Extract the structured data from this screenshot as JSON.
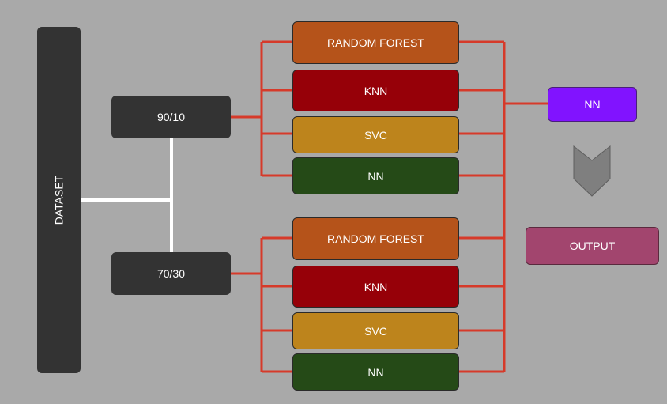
{
  "dataset": {
    "label": "DATASET"
  },
  "splits": [
    {
      "label": "90/10"
    },
    {
      "label": "70/30"
    }
  ],
  "model_groups": [
    {
      "models": [
        {
          "label": "RANDOM FOREST",
          "color": "#b5531a"
        },
        {
          "label": "KNN",
          "color": "#960008"
        },
        {
          "label": "SVC",
          "color": "#bd841c"
        },
        {
          "label": "NN",
          "color": "#254a17"
        }
      ]
    },
    {
      "models": [
        {
          "label": "RANDOM FOREST",
          "color": "#b5531a"
        },
        {
          "label": "KNN",
          "color": "#960008"
        },
        {
          "label": "SVC",
          "color": "#bd841c"
        },
        {
          "label": "NN",
          "color": "#254a17"
        }
      ]
    }
  ],
  "final_model": {
    "label": "NN",
    "color": "#8113ff"
  },
  "output": {
    "label": "OUTPUT",
    "color": "#a2456e"
  },
  "colors": {
    "background": "#a9a9a9",
    "dark_box": "#333333",
    "connector_red": "#d63a2a",
    "connector_white": "#ffffff",
    "arrow": "#7f7f7f"
  }
}
